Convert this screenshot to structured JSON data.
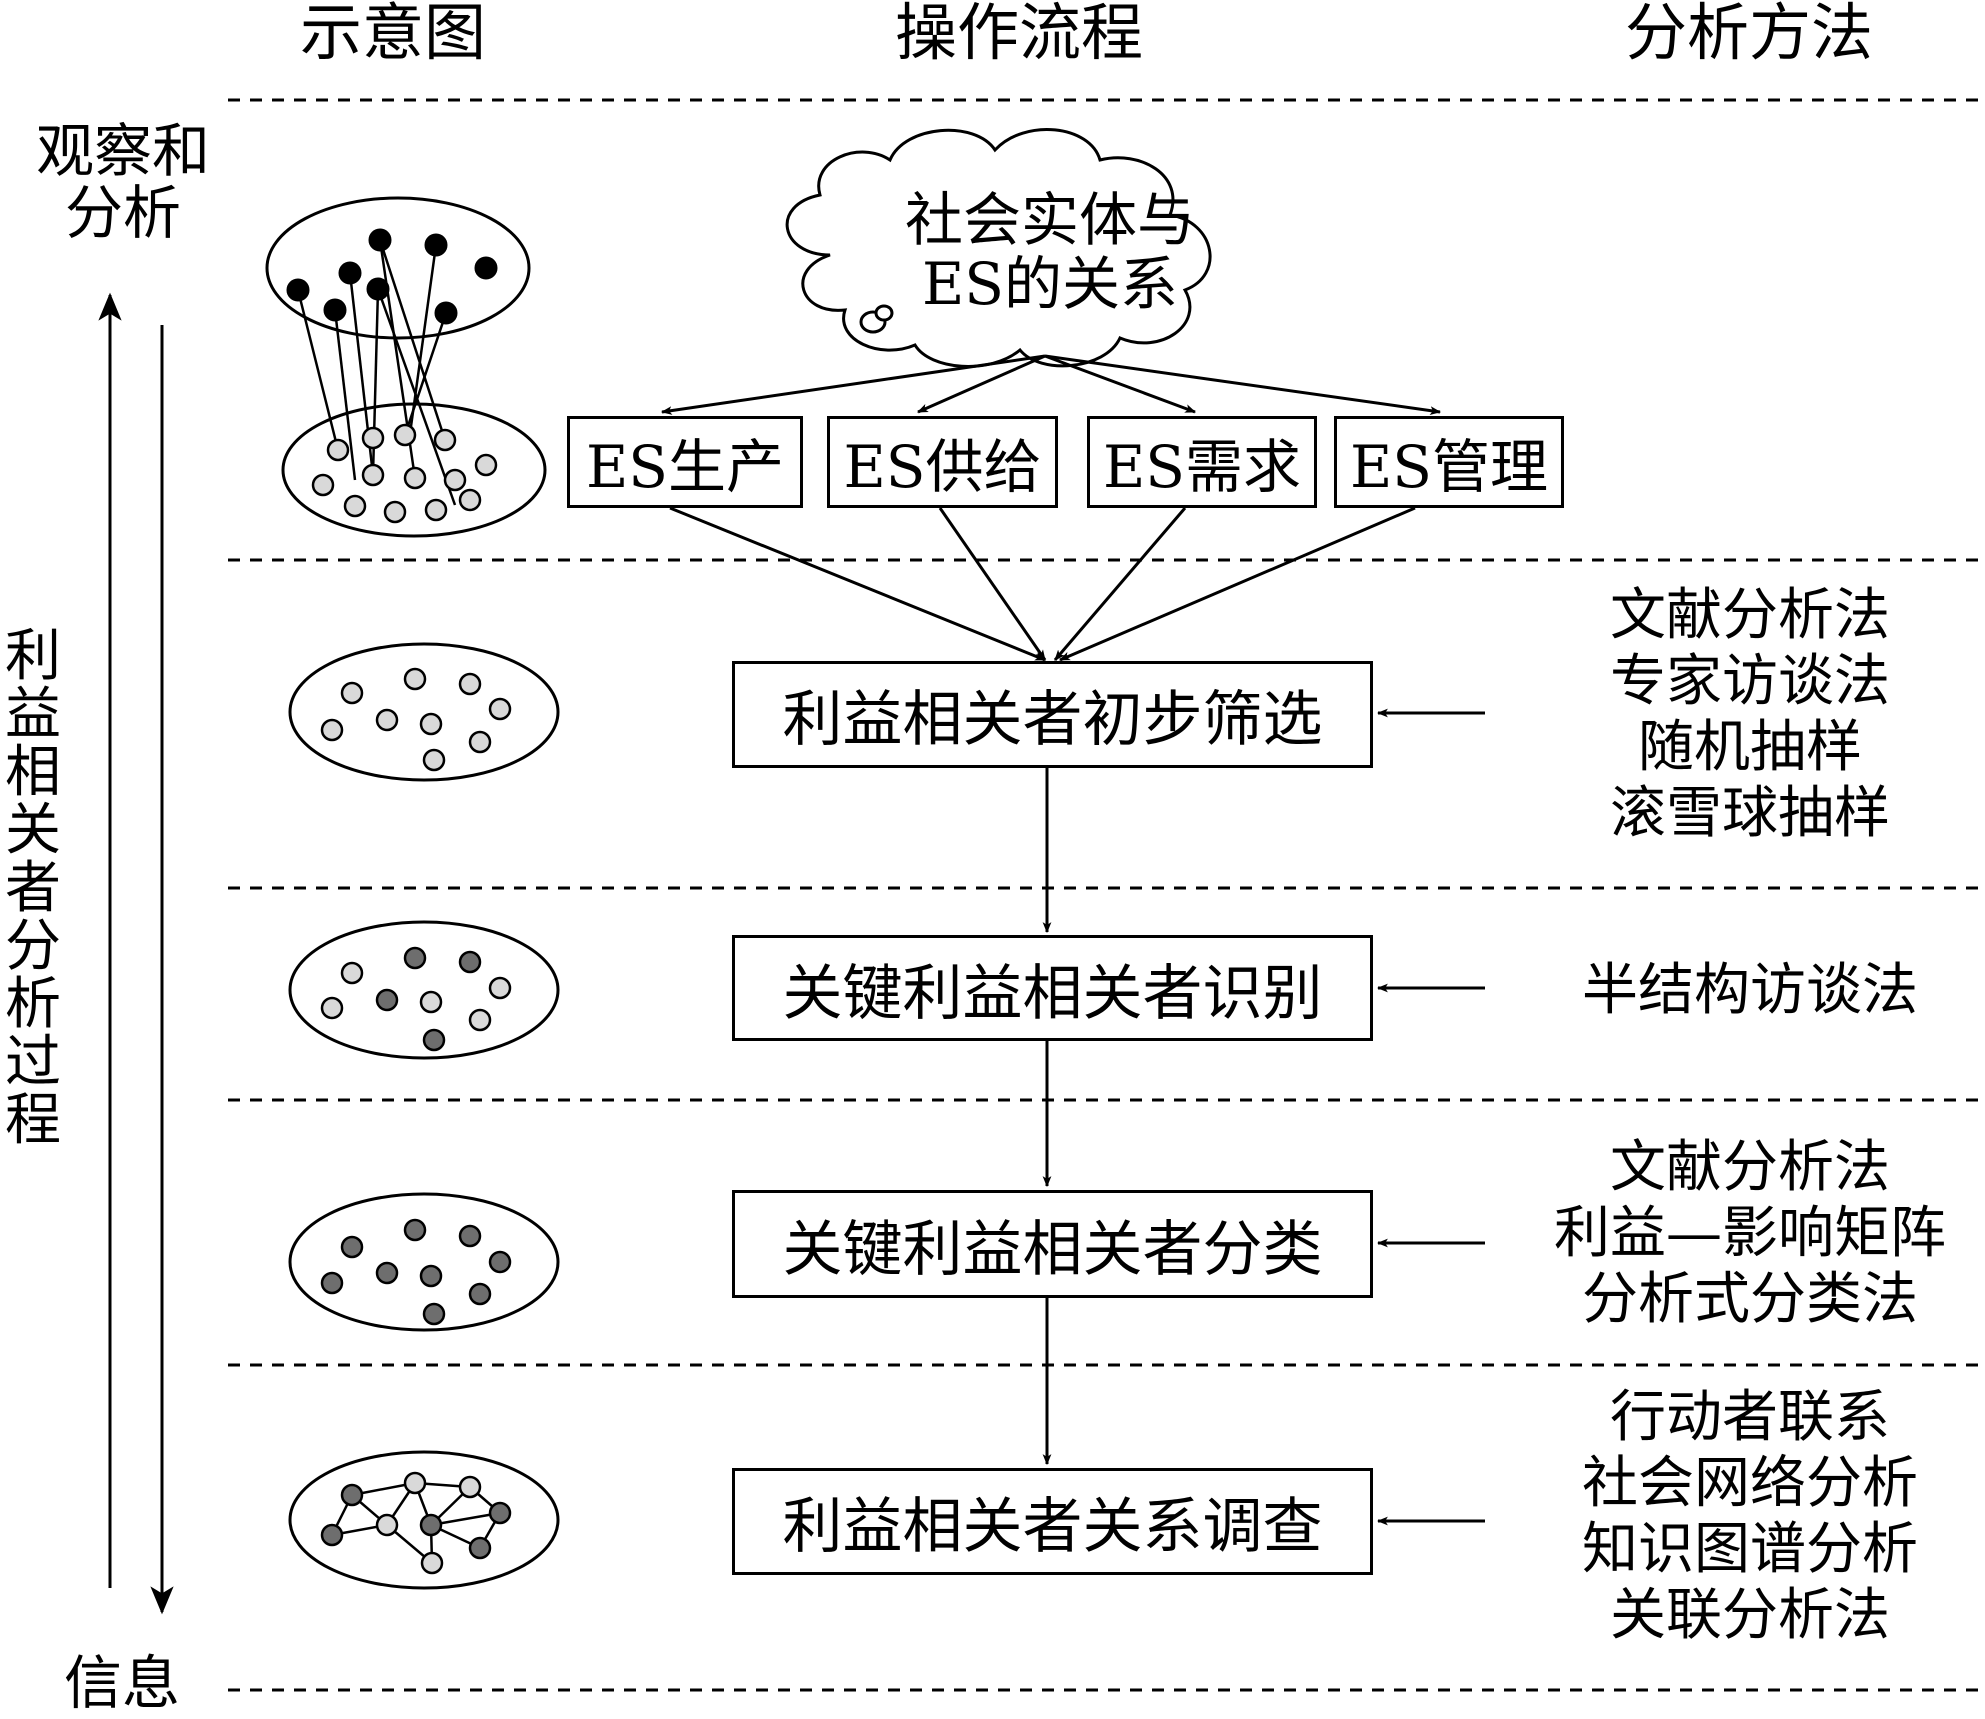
{
  "headers": {
    "diagram": "示意图",
    "process": "操作流程",
    "method": "分析方法"
  },
  "left_axis": {
    "top_label": "观察和\n分析",
    "bottom_label": "信息",
    "vertical_label": "利益相关者分析过程"
  },
  "cloud": {
    "line1": "社会实体与",
    "line2": "ES的关系"
  },
  "es_boxes": [
    "ES生产",
    "ES供给",
    "ES需求",
    "ES管理"
  ],
  "steps": [
    {
      "label": "利益相关者初步筛选",
      "methods": [
        "文献分析法",
        "专家访谈法",
        "随机抽样",
        "滚雪球抽样"
      ]
    },
    {
      "label": "关键利益相关者识别",
      "methods": [
        "半结构访谈法"
      ]
    },
    {
      "label": "关键利益相关者分类",
      "methods": [
        "文献分析法",
        "利益—影响矩阵",
        "分析式分类法"
      ]
    },
    {
      "label": "利益相关者关系调查",
      "methods": [
        "行动者联系",
        "社会网络分析",
        "知识图谱分析",
        "关联分析法"
      ]
    }
  ],
  "colors": {
    "dot_black": "#000000",
    "dot_light": "#d9d9d9",
    "dot_dark": "#6e6e6e",
    "line": "#000000"
  }
}
